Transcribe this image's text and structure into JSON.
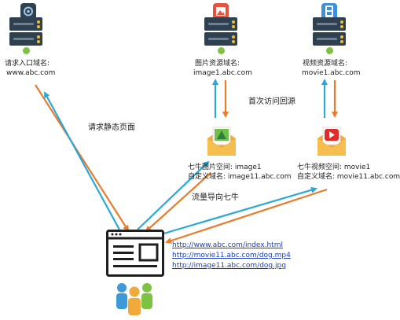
{
  "nodes": {
    "entry": {
      "line1": "请求入口域名:",
      "line2": "www.abc.com"
    },
    "image_source": {
      "line1": "图片资源域名:",
      "line2": "image1.abc.com"
    },
    "video_source": {
      "line1": "视频资源域名:",
      "line2": "movie1.abc.com"
    },
    "qiniu_image": {
      "line1": "七牛图片空间: image1",
      "line2": "自定义域名:     image11.abc.com"
    },
    "qiniu_video": {
      "line1": "七牛视频空间: movie1",
      "line2": "自定义域名:     movie11.abc.com"
    }
  },
  "edge_labels": {
    "static_page": "请求静态页面",
    "first_visit": "首次访问回源",
    "redirect": "流量导向七牛"
  },
  "links": [
    "http://www.abc.com/index.html",
    "http://movie11.abc.com/dog.mp4",
    "http://image11.abc.com/dog.jpg"
  ],
  "colors": {
    "request": "#e97b2c",
    "response": "#2aa9d6",
    "server": "#2f4050",
    "status": "#7dc242"
  },
  "icons": {
    "entry_badge": "settings-badge-icon",
    "image_badge": "image-badge-icon",
    "video_badge": "film-badge-icon",
    "qiniu_image": "image-envelope-icon",
    "qiniu_video": "video-envelope-icon",
    "client": "browser-window-icon",
    "users": "users-group-icon"
  }
}
